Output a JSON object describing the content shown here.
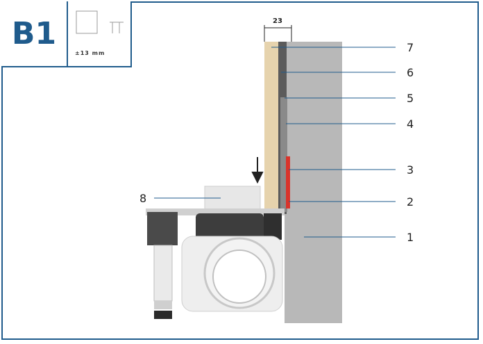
{
  "badge": {
    "label": "B1"
  },
  "spec": {
    "tolerance_text": "±13  mm"
  },
  "dimension": {
    "label": "23"
  },
  "callouts": [
    "7",
    "6",
    "5",
    "4",
    "3",
    "2",
    "1",
    "8"
  ],
  "colors": {
    "frame": "#1f5b8c",
    "wall": "#b8b8b8",
    "wood": "#e6d3ad",
    "seal": "#d9342b",
    "motor": "#4a4a4a"
  },
  "icons": [
    "down-arrow-icon",
    "profile-icon",
    "square-icon"
  ]
}
